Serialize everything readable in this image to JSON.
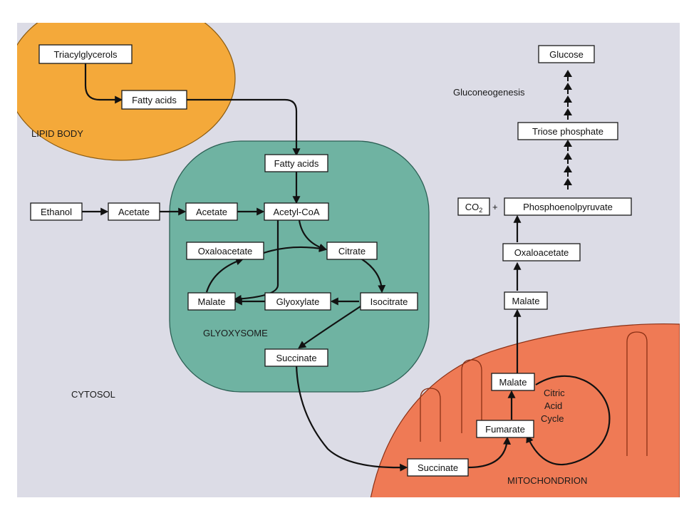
{
  "regions": {
    "lipid_body": "LIPID BODY",
    "glyoxysome": "GLYOXYSOME",
    "cytosol": "CYTOSOL",
    "mitochondrion": "MITOCHONDRION",
    "gluconeogenesis": "Gluconeogenesis",
    "cycle_line1": "Citric",
    "cycle_line2": "Acid",
    "cycle_line3": "Cycle"
  },
  "nodes": {
    "triacylglycerols": "Triacylglycerols",
    "fatty_acids_lipid": "Fatty acids",
    "fatty_acids_glyox": "Fatty acids",
    "ethanol": "Ethanol",
    "acetate_cytosol": "Acetate",
    "acetate_glyox": "Acetate",
    "acetyl_coa": "Acetyl-CoA",
    "oxaloacetate_glyox": "Oxaloacetate",
    "citrate": "Citrate",
    "malate_glyox": "Malate",
    "glyoxylate": "Glyoxylate",
    "isocitrate": "Isocitrate",
    "succinate_glyox": "Succinate",
    "succinate_cytosol": "Succinate",
    "fumarate": "Fumarate",
    "malate_mito": "Malate",
    "malate_cytosol": "Malate",
    "oxaloacetate_cytosol": "Oxaloacetate",
    "co2_main": "CO",
    "co2_sub": "2",
    "plus": "+",
    "phosphoenolpyruvate": "Phosphoenolpyruvate",
    "triose_phosphate": "Triose phosphate",
    "glucose": "Glucose"
  },
  "colors": {
    "background": "#dcdce6",
    "lipid_body": "#f4a93a",
    "glyoxysome": "#6fb3a2",
    "mitochondrion": "#ef7a55"
  }
}
